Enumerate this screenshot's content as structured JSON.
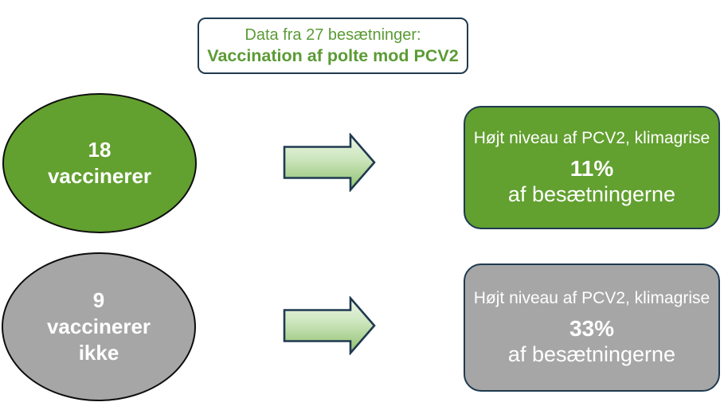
{
  "colors": {
    "bg": "#FFFFFF",
    "green": "#62A02F",
    "gray": "#A6A6A6",
    "navy_border": "#1F3A50",
    "black_outline": "#0D0D0D",
    "title_text_green": "#5B9B35",
    "white_text": "#FFFFFF",
    "arrow_gradient_light": "#EEF7E9",
    "arrow_gradient_dark": "#8FC06C"
  },
  "title_box": {
    "line1": "Data fra 27 besætninger:",
    "line2": "Vaccination af polte mod PCV2"
  },
  "rows": [
    {
      "ellipse": {
        "count": "18",
        "label": "vaccinerer"
      },
      "arrow_icon": "right-arrow",
      "result": {
        "line1": "Højt niveau af PCV2, klimagrise",
        "percent": "11%",
        "line3": "af besætningerne"
      }
    },
    {
      "ellipse": {
        "count": "9",
        "label": "vaccinerer",
        "label2": "ikke"
      },
      "arrow_icon": "right-arrow",
      "result": {
        "line1": "Højt niveau af PCV2, klimagrise",
        "percent": "33%",
        "line3": "af besætningerne"
      }
    }
  ]
}
